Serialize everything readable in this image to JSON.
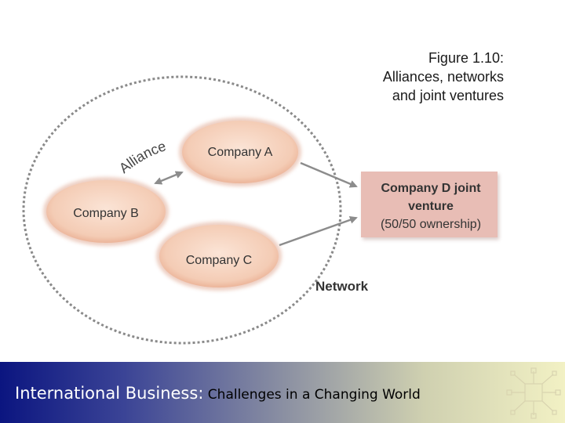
{
  "figure_caption": {
    "line1": "Figure 1.10:",
    "line2": "Alliances, networks",
    "line3": "and joint ventures"
  },
  "diagram": {
    "alliance_label": "Alliance",
    "network_label": "Network",
    "company_a": "Company A",
    "company_b": "Company B",
    "company_c": "Company C",
    "joint_venture": {
      "line1": "Company D joint",
      "line2": "venture",
      "line3": "(50/50 ownership)"
    },
    "colors": {
      "company_fill": "#f7d6c2",
      "venture_fill": "#e8bdb5",
      "dashed_border": "#8a8a8a",
      "arrow": "#8c8c8c"
    }
  },
  "footer": {
    "title": "International Business",
    "separator": ":",
    "subtitle": " Challenges in a Changing World"
  },
  "logo_icon": "network-hub-icon"
}
